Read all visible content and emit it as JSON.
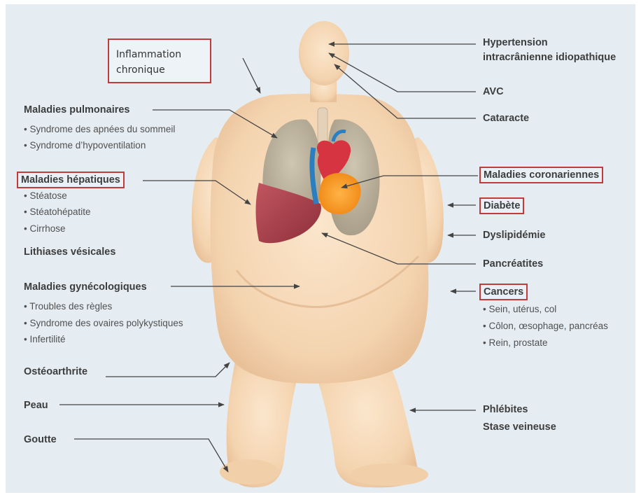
{
  "inflammation": [
    "Inflammation",
    "chronique"
  ],
  "left": {
    "pulmonaires": {
      "title": "Maladies pulmonaires",
      "items": [
        "• Syndrome des apnées du sommeil",
        "• Syndrome d’hypoventilation"
      ]
    },
    "hepatiques": {
      "title": "Maladies hépatiques",
      "items": [
        "• Stéatose",
        "• Stéatohépatite",
        "• Cirrhose"
      ]
    },
    "lithiases": "Lithiases vésicales",
    "gyneco": {
      "title": "Maladies gynécologiques",
      "items": [
        "• Troubles des règles",
        "• Syndrome des ovaires polykystiques",
        "• Infertilité"
      ]
    },
    "osteo": "Ostéoarthrite",
    "peau": "Peau",
    "goutte": "Goutte"
  },
  "right": {
    "hypertension": [
      "Hypertension",
      "intracrânienne idiopathique"
    ],
    "avc": "AVC",
    "cataracte": "Cataracte",
    "coronariennes": "Maladies coronariennes",
    "diabete": "Diabète",
    "dyslipidemie": "Dyslipidémie",
    "pancreatites": "Pancréatites",
    "cancers": {
      "title": "Cancers",
      "items": [
        "• Sein, utérus, col",
        "• Côlon, œsophage, pancréas",
        "• Rein, prostate"
      ]
    },
    "phlebites": "Phlébites",
    "stase": "Stase veineuse"
  },
  "colors": {
    "background": "#e5edf3",
    "body": "#f6d9b8",
    "highlight_border": "#c23a3a",
    "arrow": "#444444"
  }
}
